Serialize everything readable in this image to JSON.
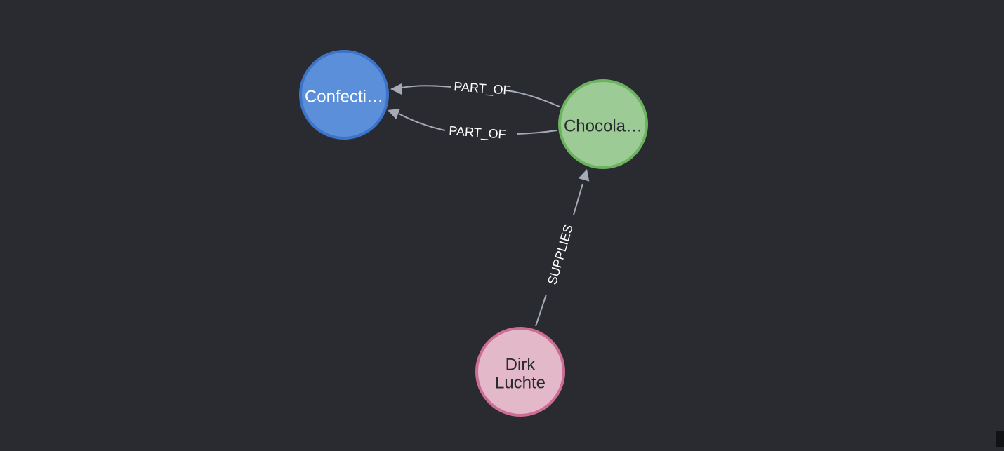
{
  "graph": {
    "nodes": [
      {
        "id": "confectionery",
        "caption_lines": [
          "Confecti…"
        ],
        "fill": "#5b8fd9",
        "stroke": "#3d74c9",
        "text_color": "#ffffff"
      },
      {
        "id": "chocolate",
        "caption_lines": [
          "Chocola…"
        ],
        "fill": "#9dcb96",
        "stroke": "#6bb35f",
        "text_color": "#2a2b30"
      },
      {
        "id": "dirk-luchte",
        "caption_lines": [
          "Dirk",
          "Luchte"
        ],
        "fill": "#e3b8c9",
        "stroke": "#cc6e93",
        "text_color": "#2a2b30"
      }
    ],
    "relationships": [
      {
        "type": "PART_OF",
        "from": "chocolate",
        "to": "confectionery"
      },
      {
        "type": "PART_OF",
        "from": "chocolate",
        "to": "confectionery"
      },
      {
        "type": "SUPPLIES",
        "from": "dirk-luchte",
        "to": "chocolate"
      }
    ],
    "colors": {
      "background": "#2a2b30",
      "relationship_line": "#a5abb6",
      "relationship_text": "#ffffff"
    }
  }
}
